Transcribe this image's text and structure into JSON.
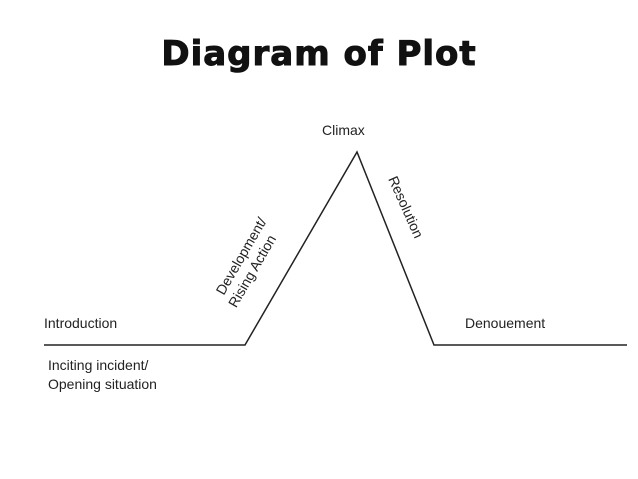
{
  "title": "Diagram of Plot",
  "labels": {
    "climax": "Climax",
    "development_line1": "Development/",
    "development_line2": "Rising Action",
    "resolution": "Resolution",
    "introduction": "Introduction",
    "denouement": "Denouement",
    "inciting_line1": "Inciting incident/",
    "inciting_line2": "Opening situation"
  },
  "colors": {
    "line": "#222222",
    "text": "#222222"
  }
}
